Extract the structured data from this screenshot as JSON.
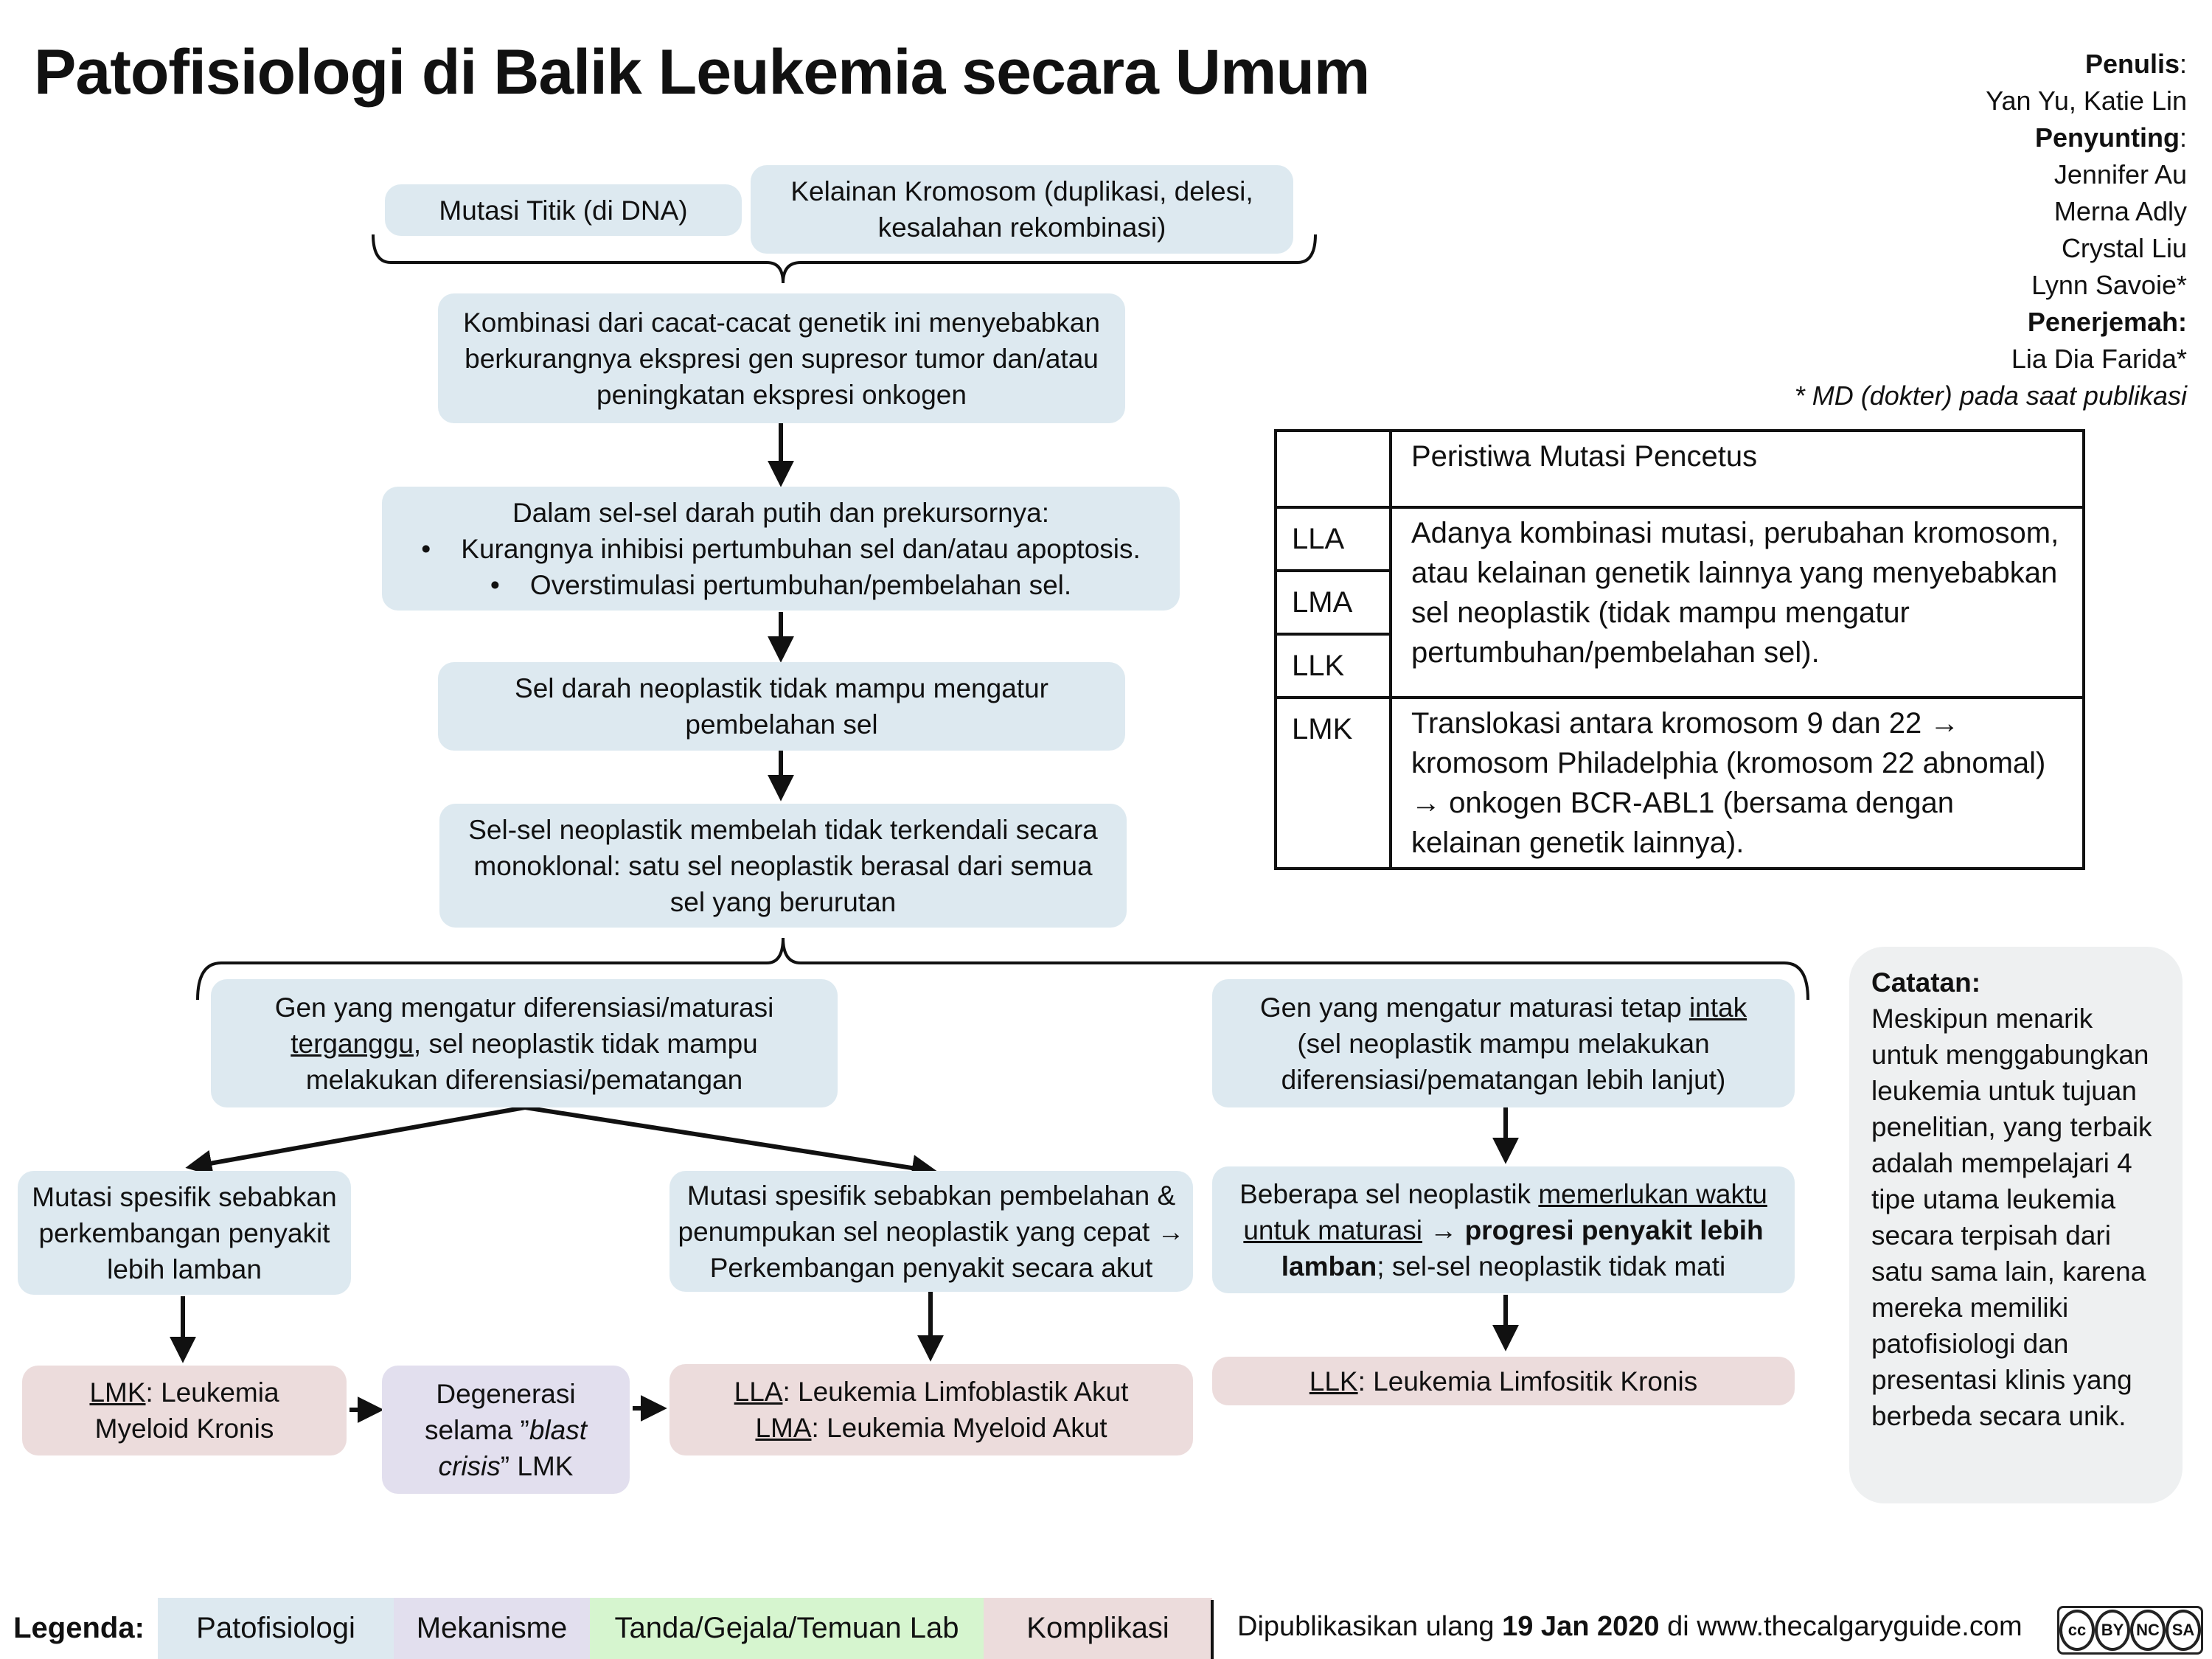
{
  "title": "Patofisiologi di Balik Leukemia secara Umum",
  "credits": {
    "author_label": "Penulis",
    "authors": "Yan Yu, Katie Lin",
    "editor_label": "Penyunting",
    "editors": [
      "Jennifer Au",
      "Merna Adly",
      "Crystal Liu",
      "Lynn Savoie*"
    ],
    "translator_label": "Penerjemah:",
    "translator": "Lia Dia Farida*",
    "footnote": "* MD (dokter) pada saat publikasi"
  },
  "flow": {
    "point_mutation": "Mutasi Titik (di DNA)",
    "chromosome_abnormality": "Kelainan Kromosom (duplikasi, delesi, kesalahan rekombinasi)",
    "combination": "Kombinasi dari cacat-cacat genetik ini menyebabkan berkurangnya ekspresi gen supresor tumor dan/atau peningkatan ekspresi onkogen",
    "wbc_heading": "Dalam sel-sel darah putih dan prekursornya:",
    "wbc_bullets": [
      "Kurangnya inhibisi pertumbuhan sel dan/atau apoptosis.",
      "Overstimulasi pertumbuhan/pembelahan sel."
    ],
    "neoplastic": "Sel darah neoplastik tidak mampu mengatur pembelahan sel",
    "monoclonal": "Sel-sel neoplastik membelah tidak terkendali secara monoklonal: satu sel neoplastik berasal dari semua sel yang berurutan",
    "disrupted": {
      "pre": "Gen yang mengatur diferensiasi/maturasi",
      "u": "terganggu",
      "post": ", sel neoplastik tidak mampu melakukan diferensiasi/pematangan"
    },
    "intact": {
      "pre": "Gen yang mengatur maturasi tetap",
      "u": "intak",
      "post": "(sel neoplastik mampu melakukan diferensiasi/pematangan lebih lanjut)"
    },
    "slow_mutation": "Mutasi spesifik sebabkan perkembangan penyakit lebih lamban",
    "fast_mutation": "Mutasi spesifik sebabkan pembelahan & penumpukan sel neoplastik yang cepat",
    "fast_mutation_2": "Perkembangan penyakit secara akut",
    "time_maturation": {
      "pre": "Beberapa sel neoplastik",
      "u": "memerlukan waktu untuk maturasi",
      "b": "progresi penyakit lebih lamban",
      "post": "; sel-sel neoplastik tidak mati"
    },
    "lmk": {
      "abbr": "LMK",
      "text": ": Leukemia Myeloid Kronis"
    },
    "blast": {
      "pre": "Degenerasi selama ”",
      "i": "blast crisis",
      "post": "” LMK"
    },
    "lla_lma": [
      {
        "abbr": "LLA",
        "text": ": Leukemia Limfoblastik Akut"
      },
      {
        "abbr": "LMA",
        "text": ": Leukemia Myeloid Akut"
      }
    ],
    "llk": {
      "abbr": "LLK",
      "text": ": Leukemia Limfositik Kronis"
    },
    "arrow_glyph": "→"
  },
  "table": {
    "header": "Peristiwa Mutasi Pencetus",
    "rows": [
      "LLA",
      "LMA",
      "LLK",
      "LMK"
    ],
    "shared_text": "Adanya kombinasi mutasi, perubahan kromosom, atau kelainan genetik lainnya yang menyebabkan sel neoplastik (tidak mampu mengatur pertumbuhan/pembelahan sel).",
    "lmk_parts": [
      "Translokasi antara kromosom 9 dan 22 ",
      " kromosom Philadelphia (kromosom 22 abnomal) ",
      " onkogen BCR-ABL1 (bersama dengan kelainan genetik lainnya)."
    ]
  },
  "note": {
    "label": "Catatan:",
    "text": "Meskipun menarik untuk menggabungkan leukemia untuk tujuan penelitian, yang terbaik adalah mempelajari 4 tipe utama leukemia secara terpisah dari satu sama lain, karena mereka memiliki patofisiologi dan presentasi klinis yang berbeda secara unik."
  },
  "legend": {
    "label": "Legenda:",
    "items": [
      {
        "label": "Patofisiologi",
        "color": "#dde9f0"
      },
      {
        "label": "Mekanisme",
        "color": "#e2dfee"
      },
      {
        "label": "Tanda/Gejala/Temuan Lab",
        "color": "#d6f5cf"
      },
      {
        "label": "Komplikasi",
        "color": "#ecdcdc"
      }
    ]
  },
  "footer": {
    "pre": "Dipublikasikan ulang ",
    "date": "19 Jan 2020",
    "post": " di www.thecalgaryguide.com"
  },
  "license": {
    "cc": "cc",
    "by": "BY",
    "nc": "NC",
    "sa": "SA"
  }
}
